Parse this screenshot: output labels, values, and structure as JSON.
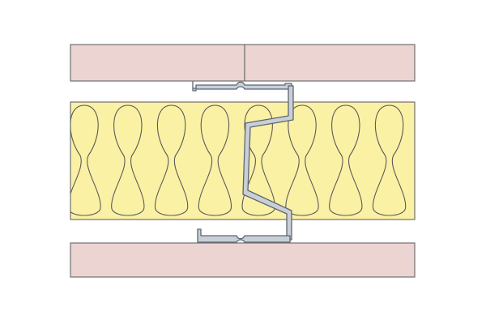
{
  "diagram": {
    "subject": "wall-partition-cross-section",
    "components": [
      {
        "id": "top-board",
        "material": "plasterboard",
        "panels": 2
      },
      {
        "id": "insulation-core",
        "material": "mineral-wool",
        "loops": 8
      },
      {
        "id": "stud",
        "material": "steel",
        "profile": "staggered-c-stud"
      },
      {
        "id": "bottom-board",
        "material": "plasterboard",
        "panels": 1
      }
    ]
  },
  "colors": {
    "background": "#ffffff",
    "board_fill": "#ecd4d2",
    "board_stroke": "#707070",
    "insulation_fill": "#fbf1a4",
    "insulation_stroke": "#707070",
    "wool_pattern": "#5a5a5a",
    "stud_fill": "#c9cfd6",
    "stud_stroke": "#5c6670"
  },
  "icons": {
    "stud": "steel-stud-icon"
  }
}
